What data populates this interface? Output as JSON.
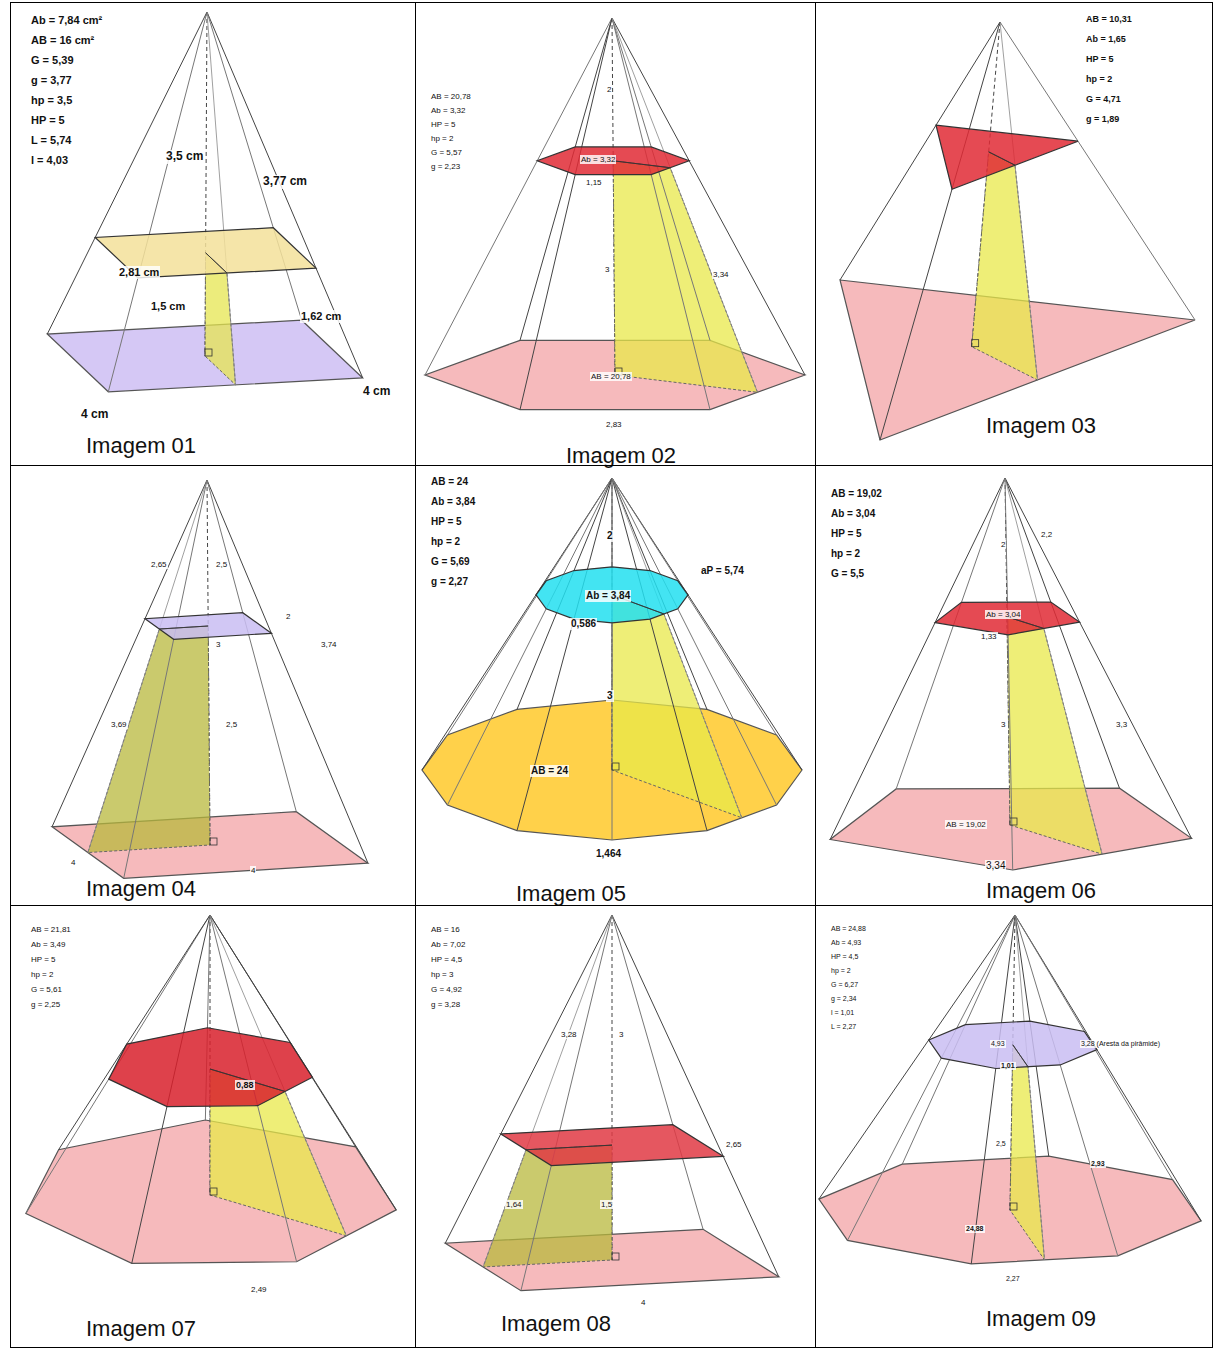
{
  "diagram": {
    "nodes": [
      {
        "text": [
          "Imagem 01"
        ]
      },
      {
        "text": [
          "Imagem 02"
        ]
      },
      {
        "text": [
          "Imagem 03"
        ]
      },
      {
        "text": [
          "Imagem 04"
        ]
      },
      {
        "text": [
          "Imagem 05"
        ]
      },
      {
        "text": [
          "Imagem 06"
        ]
      },
      {
        "text": [
          "Imagem 07"
        ]
      },
      {
        "text": [
          "Imagem 08"
        ]
      },
      {
        "text": [
          "Imagem 09"
        ]
      }
    ],
    "labels": [
      "Ab = 7,84 cm²",
      "AB = 16 cm²",
      "G = 5,39",
      "g = 3,77",
      "hp = 3,5",
      "HP = 5",
      "L = 5,74",
      "l = 4,03",
      "3,5 cm",
      "3,77 cm",
      "2,81 cm",
      "1,5 cm",
      "1,62 cm",
      "4 cm",
      "4 cm",
      "AB = 20,78",
      "Ab = 3,32",
      "HP = 5",
      "hp = 2",
      "G = 5,57",
      "g = 2,23",
      "2",
      "Ab = 3,32",
      "1,15",
      "3",
      "3,34",
      "AB = 20,78",
      "2,83",
      "AB = 10,31",
      "Ab = 1,65",
      "HP = 5",
      "hp = 2",
      "G = 4,71",
      "g = 1,89",
      "2,65",
      "2,5",
      "2",
      "3,74",
      "3",
      "3,69",
      "2,5",
      "4",
      "4",
      "AB = 24",
      "Ab = 3,84",
      "HP = 5",
      "hp = 2",
      "G = 5,69",
      "g = 2,27",
      "2",
      "Ab = 3,84",
      "aP = 5,74",
      "0,586",
      "3",
      "AB = 24",
      "1,464",
      "AB = 19,02",
      "Ab = 3,04",
      "HP = 5",
      "hp = 2",
      "G = 5,5",
      "2",
      "2,2",
      "Ab = 3,04",
      "1,33",
      "3",
      "3,3",
      "AB = 19,02",
      "3,34",
      "AB = 21,81",
      "Ab = 3,49",
      "HP = 5",
      "hp = 2",
      "G = 5,61",
      "g = 2,25",
      "0,88",
      "2,49",
      "AB = 16",
      "Ab = 7,02",
      "HP = 4,5",
      "hp = 3",
      "G = 4,92",
      "g = 3,28",
      "3,28",
      "3",
      "2,65",
      "1,64",
      "1,5",
      "4",
      "AB = 24,88",
      "Ab = 4,93",
      "HP = 4,5",
      "hp = 2",
      "G = 6,27",
      "g = 2,34",
      "l = 1,01",
      "L = 2,27",
      "3,28 (Aresta da pirâmide)",
      "4,93",
      "1,01",
      "2,5",
      "2,93",
      "24,88",
      "2,27"
    ]
  }
}
